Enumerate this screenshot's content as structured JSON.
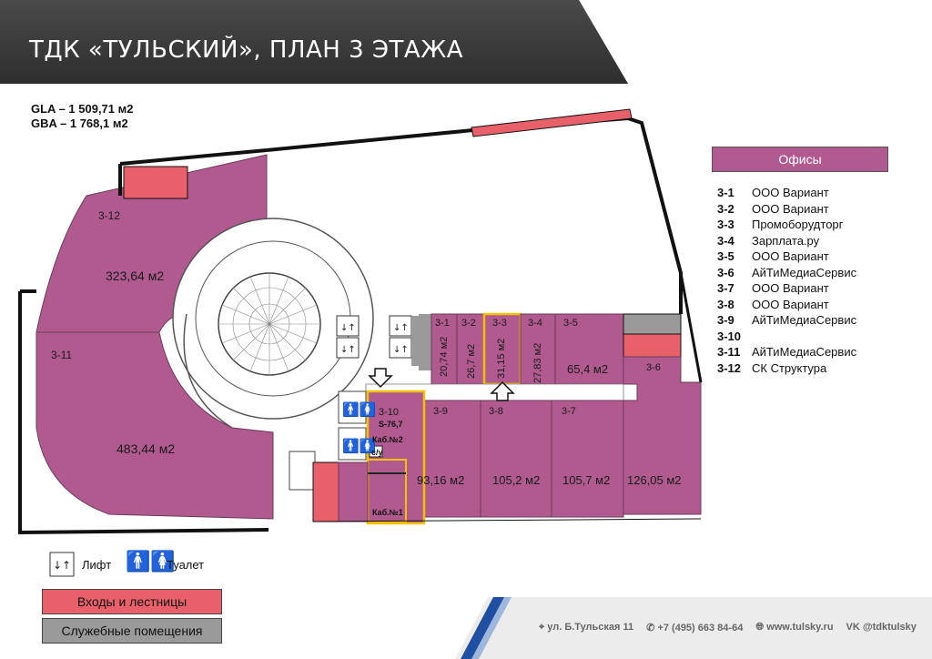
{
  "header": {
    "title": "ТДК «ТУЛЬСКИЙ», ПЛАН 3 ЭТАЖА"
  },
  "stats": {
    "gla": "GLA – 1 509,71 м2",
    "gba": "GBA – 1 768,1 м2"
  },
  "rooms": {
    "r312": {
      "code": "3-12",
      "area": "323,64 м2"
    },
    "r311": {
      "code": "3-11",
      "area": "483,44 м2"
    },
    "r31": {
      "code": "3-1",
      "area": "20,74 м2"
    },
    "r32": {
      "code": "3-2",
      "area": "26,7 м2"
    },
    "r33": {
      "code": "3-3",
      "area": "31,15 м2"
    },
    "r34": {
      "code": "3-4",
      "area": "27,83 м2"
    },
    "r35": {
      "code": "3-5",
      "area": "65,4 м2"
    },
    "r36": {
      "code": "3-6",
      "area": "126,05 м2"
    },
    "r37": {
      "code": "3-7",
      "area": "105,7 м2"
    },
    "r38": {
      "code": "3-8",
      "area": "105,2 м2"
    },
    "r39": {
      "code": "3-9",
      "area": "93,16 м2"
    },
    "r310": {
      "code": "3-10",
      "area": "S-76,7",
      "cab2": "Каб.№2",
      "cab1": "Каб.№1",
      "cu": "с/у"
    }
  },
  "legend": {
    "title": "Офисы",
    "tenants": [
      {
        "code": "3-1",
        "name": "ООО Вариант"
      },
      {
        "code": "3-2",
        "name": "ООО Вариант"
      },
      {
        "code": "3-3",
        "name": "Промоборудторг"
      },
      {
        "code": "3-4",
        "name": "Зарплата.ру"
      },
      {
        "code": "3-5",
        "name": "ООО Вариант"
      },
      {
        "code": "3-6",
        "name": "АйТиМедиаСервис"
      },
      {
        "code": "3-7",
        "name": "ООО Вариант"
      },
      {
        "code": "3-8",
        "name": "ООО Вариант"
      },
      {
        "code": "3-9",
        "name": "АйТиМедиаСервис"
      },
      {
        "code": "3-10",
        "name": ""
      },
      {
        "code": "3-11",
        "name": "АйТиМедиаСервис"
      },
      {
        "code": "3-12",
        "name": "СК Структура"
      }
    ]
  },
  "keys": {
    "lift": "Лифт",
    "toilet": "Туалет",
    "entrances": "Входы и лестницы",
    "service": "Служебные помещения"
  },
  "footer": {
    "address": "ул. Б.Тульская 11",
    "phone": "+7 (495) 663 84-64",
    "site": "www.tulsky.ru",
    "vk": "@tdktulsky"
  },
  "colors": {
    "office": "#b05a90",
    "entrance": "#e8606a",
    "service": "#9a9a9a",
    "highlight": "#f2c200",
    "header": "#3a3a3a",
    "accent": "#1f4fa0"
  }
}
